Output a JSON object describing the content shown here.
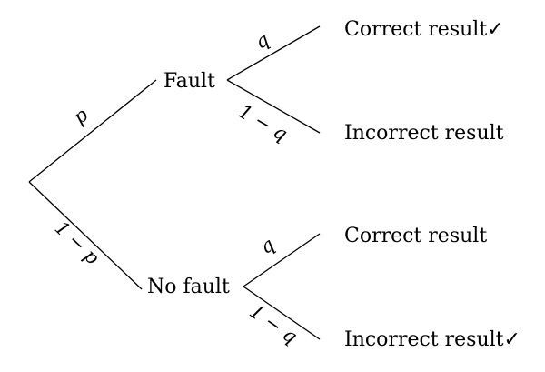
{
  "diagram": {
    "nodes": {
      "fault": "Fault",
      "no_fault": "No fault",
      "fault_correct": "Correct result✓",
      "fault_incorrect": "Incorrect result",
      "nofault_correct": "Correct result",
      "nofault_incorrect": "Incorrect result✓"
    },
    "edges": {
      "root_to_fault": "p",
      "root_to_no_fault": "1 − p",
      "fault_to_correct": "q",
      "fault_to_incorrect": "1 − q",
      "nofault_to_correct": "q",
      "nofault_to_incorrect": "1 − q"
    }
  }
}
